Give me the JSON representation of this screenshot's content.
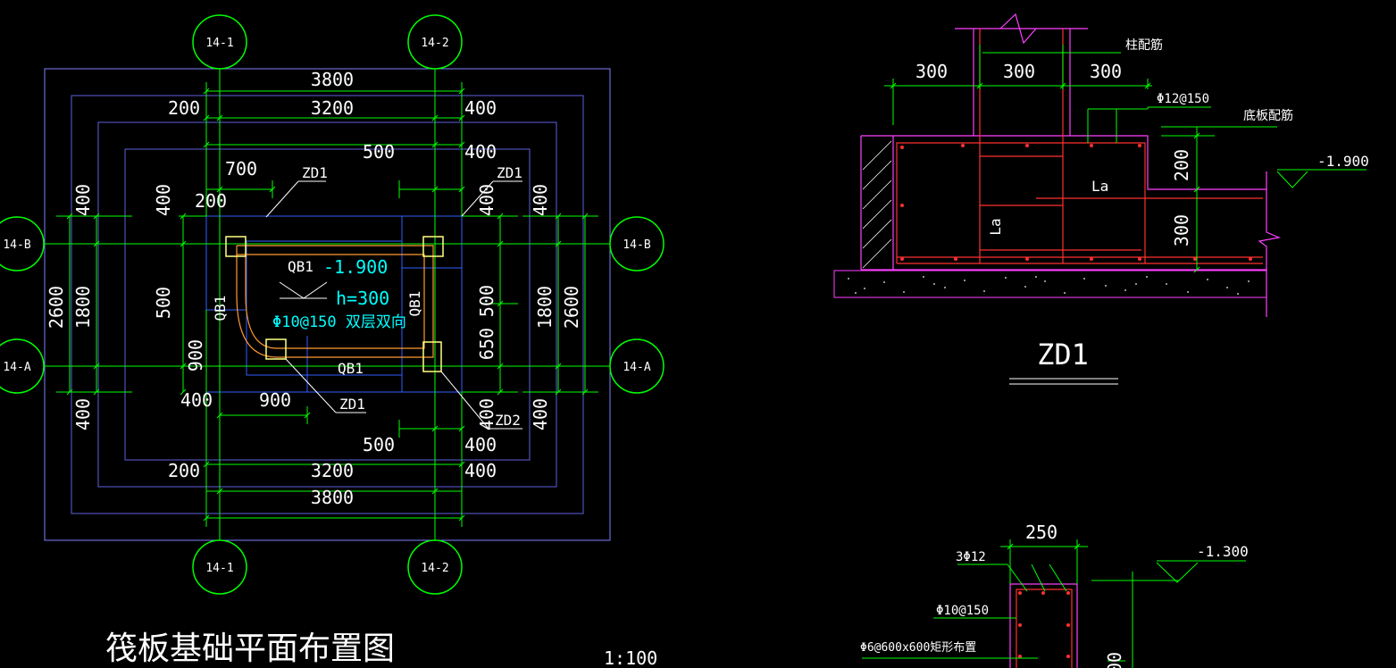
{
  "plan": {
    "title": "筏板基础平面布置图",
    "scale": "1:100",
    "axes": {
      "col1": "14-1",
      "col2": "14-2",
      "rowB": "14-B",
      "rowA": "14-A"
    },
    "dims": {
      "top_overall": "3800",
      "top_left": "200",
      "top_mid": "3200",
      "top_right": "400",
      "top_right2": "400",
      "top_500": "500",
      "bot_overall": "3800",
      "bot_left": "200",
      "bot_mid": "3200",
      "bot_right": "400",
      "bot_right2": "400",
      "bot_500": "500",
      "left_2600": "2600",
      "left_1800": "1800",
      "left_400a": "400",
      "left_400b": "400",
      "left_in_400": "400",
      "left_in_500": "500",
      "left_in_900": "900",
      "left_in_200": "200",
      "right_2600": "2600",
      "right_1800": "1800",
      "right_400a": "400",
      "right_400b": "400",
      "right_in_400": "400",
      "right_in_500": "500",
      "right_in_650": "650",
      "right_in_400b": "400",
      "d700": "700",
      "d900": "900",
      "d400": "400"
    },
    "labels": {
      "zd1_a": "ZD1",
      "zd1_b": "ZD1",
      "zd1_c": "ZD1",
      "zd2": "ZD2",
      "qb1_top": "QB1",
      "qb1_bot": "QB1",
      "qb1_left": "QB1",
      "qb1_right": "QB1",
      "elev": "-1.900",
      "thick": "h=300",
      "rebar": "Φ10@150 双层双向"
    }
  },
  "zd1_detail": {
    "title": "ZD1",
    "dims": {
      "d1": "300",
      "d2": "300",
      "d3": "300",
      "h200": "200",
      "h300": "300"
    },
    "notes": {
      "column_rebar": "柱配筋",
      "stirrup": "Φ12@150",
      "slab_rebar": "底板配筋",
      "elev": "-1.900",
      "la1": "La",
      "la2": "La"
    }
  },
  "wall_detail": {
    "width": "250",
    "bars": "3Φ12",
    "stirrup": "Φ10@150",
    "mesh": "Φ6@600x600矩形布置",
    "elev": "-1.300",
    "dim_partial": "00"
  }
}
